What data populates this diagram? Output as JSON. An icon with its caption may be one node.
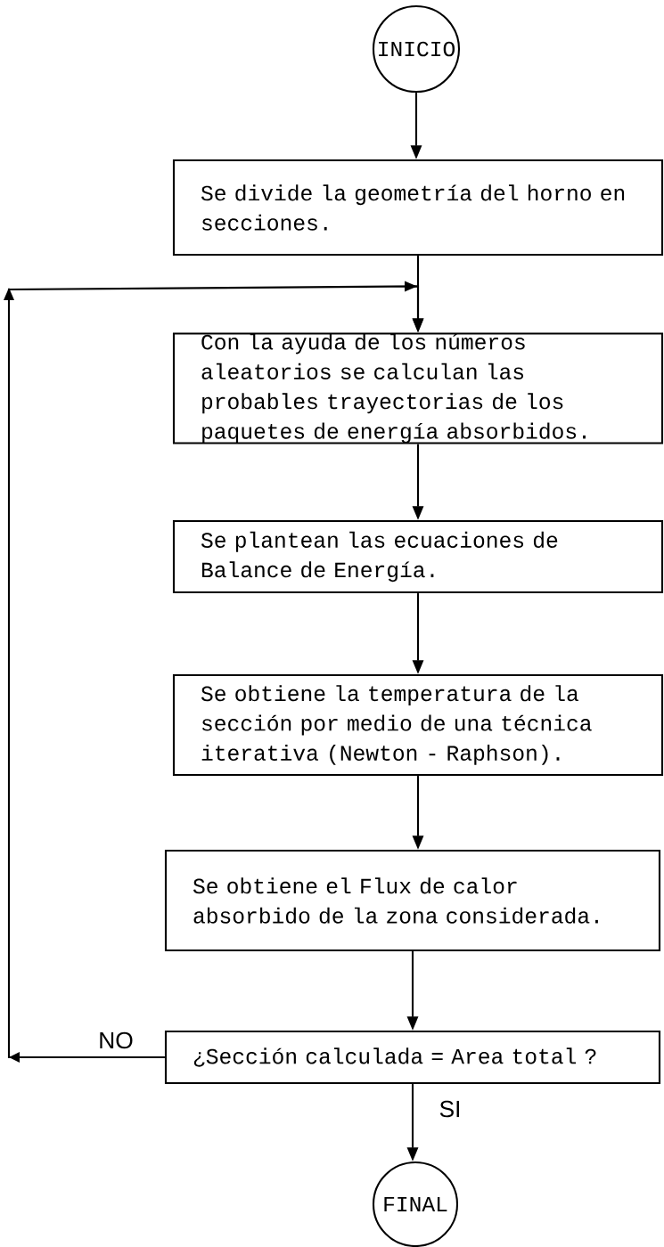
{
  "diagram": {
    "nodes": [
      {
        "text": [
          "INICIO"
        ]
      },
      {
        "text": [
          "Se divide la geometría del horno en secciones."
        ]
      },
      {
        "text": [
          "Con la ayuda de los números aleatorios se calculan las probables trayectorias de los paquetes de energía absorbidos."
        ]
      },
      {
        "text": [
          "Se plantean las ecuaciones de Balance de Energía."
        ]
      },
      {
        "text": [
          "Se obtiene la temperatura de la sección por medio de una técnica iterativa (Newton - Raphson)."
        ]
      },
      {
        "text": [
          "Se obtiene el Flux de calor absorbido de la zona considerada."
        ]
      },
      {
        "text": [
          "¿Sección calculada = Area total ?"
        ]
      },
      {
        "text": [
          "FINAL"
        ]
      }
    ],
    "edges": [
      {
        "from": 0,
        "to": 1,
        "arrow": "to"
      },
      {
        "from": 1,
        "to": 2,
        "arrow": "to"
      },
      {
        "from": 2,
        "to": 3,
        "arrow": "to"
      },
      {
        "from": 3,
        "to": 4,
        "arrow": "to"
      },
      {
        "from": 4,
        "to": 5,
        "arrow": "to"
      },
      {
        "from": 5,
        "to": 6,
        "arrow": "to"
      },
      {
        "from": 6,
        "to": 7,
        "arrow": "to",
        "label": "SI"
      },
      {
        "from": 6,
        "to": 2,
        "arrow": "to",
        "label": "NO"
      }
    ]
  }
}
